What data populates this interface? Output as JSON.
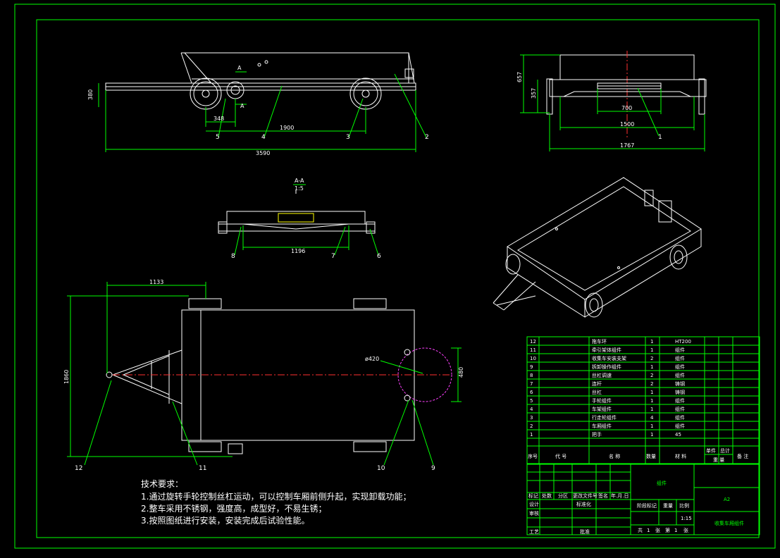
{
  "front_view": {
    "dims": [
      "380",
      "A",
      "A",
      "348",
      "1900",
      "3590"
    ],
    "callouts": [
      "5",
      "4",
      "3",
      "2"
    ]
  },
  "side_view": {
    "dims": [
      "657",
      "357",
      "700",
      "1500",
      "1767"
    ],
    "callouts": [
      "1"
    ]
  },
  "section_view": {
    "title": "A-A",
    "scale": "1:5",
    "dims": [
      "1196"
    ],
    "callouts": [
      "8",
      "7",
      "6"
    ]
  },
  "top_view": {
    "dims": [
      "1133",
      "1860",
      "ø420",
      "480"
    ],
    "callouts": [
      "12",
      "11",
      "10",
      "9"
    ]
  },
  "tech_requirements": {
    "heading": "技术要求：",
    "items": [
      "1.通过旋转手轮控制丝杠运动，可以控制车厢前侧升起，实现卸载功能；",
      "2.整车采用不锈钢，强度高，成型好，不易生锈；",
      "3.按照图纸进行安装，安装完成后试验性能。"
    ]
  },
  "bom": {
    "rows": [
      {
        "no": "12",
        "name": "拖车环",
        "qty": "1",
        "material": "HT200"
      },
      {
        "no": "11",
        "name": "牵引架体组件",
        "qty": "1",
        "material": "组件"
      },
      {
        "no": "10",
        "name": "收集车安装支架",
        "qty": "2",
        "material": "组件"
      },
      {
        "no": "9",
        "name": "拆卸操作组件",
        "qty": "1",
        "material": "组件"
      },
      {
        "no": "8",
        "name": "丝杠调速",
        "qty": "2",
        "material": "组件"
      },
      {
        "no": "7",
        "name": "连杆",
        "qty": "2",
        "material": "铸钢"
      },
      {
        "no": "6",
        "name": "丝杠",
        "qty": "1",
        "material": "铸钢"
      },
      {
        "no": "5",
        "name": "手轮组件",
        "qty": "1",
        "material": "组件"
      },
      {
        "no": "4",
        "name": "车架组件",
        "qty": "1",
        "material": "组件"
      },
      {
        "no": "3",
        "name": "行走轮组件",
        "qty": "4",
        "material": "组件"
      },
      {
        "no": "2",
        "name": "车厢组件",
        "qty": "1",
        "material": "组件"
      },
      {
        "no": "1",
        "name": "把手",
        "qty": "1",
        "material": "45"
      }
    ],
    "header": {
      "no": "序号",
      "code": "代 号",
      "name": "名 称",
      "qty": "数量",
      "material": "材 料",
      "unit": "单件",
      "total": "总计",
      "weight": "重 量",
      "remark": "备 注"
    }
  },
  "title_block": {
    "assembly": "组件",
    "sheet_size": "A2",
    "drawing_name": "收集车厢组件",
    "rev_headers": [
      "标记",
      "处数",
      "分区",
      "更改文件号",
      "签名",
      "年.月.日"
    ],
    "roles": [
      "设计",
      "标准化",
      "审核",
      "工艺",
      "批准"
    ],
    "stage_headers": [
      "阶段标记",
      "重量",
      "比例"
    ],
    "scale": "1:15",
    "sheet_info": [
      "共",
      "1",
      "张",
      "第",
      "1",
      "张"
    ]
  }
}
